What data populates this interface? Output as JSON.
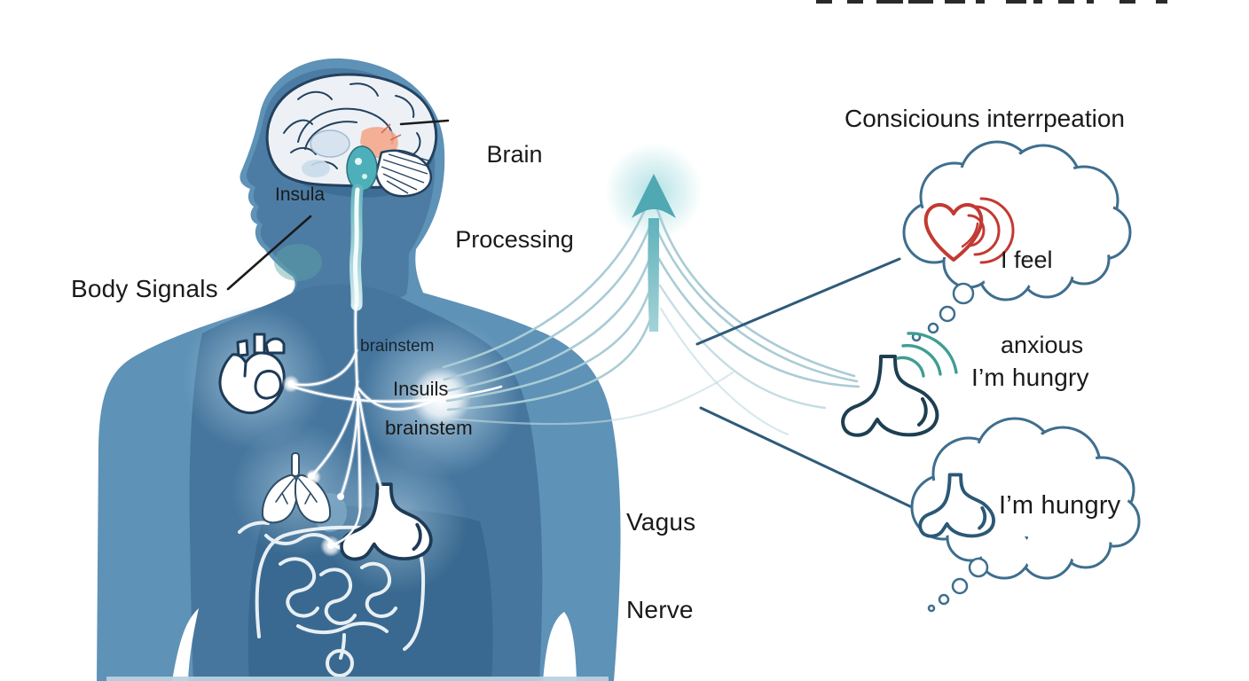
{
  "labels": {
    "brain_processing": {
      "line1": "Brain",
      "line2": "Processing"
    },
    "conscious_interpretation": "Consiciouns interrpeation",
    "insula": "Insula",
    "body_signals": "Body Signals",
    "brainstem_upper": "brainstem",
    "insuils": "Insuils",
    "brainstem_lower": "brainstem",
    "vagus_nerve": {
      "line1": "Vagus",
      "line2": "Nerve"
    }
  },
  "thoughts": {
    "anxious": {
      "line1": "I feel",
      "line2": "anxious",
      "icon": "heart-with-signal-waves-icon"
    },
    "hungry_mid": {
      "text": "I’m hungry",
      "icon": "stomach-with-signal-waves-icon"
    },
    "hungry_bottom": {
      "text": "I’m hungry",
      "icon": "stomach-icon"
    }
  },
  "colors": {
    "background": "#ffffff",
    "body_outer": "#5e92b7",
    "body_inner": "#46769e",
    "body_dark": "#39688f",
    "teal_arrow": "#55aeb8",
    "fan_line": "#a9ccd5",
    "bubble_outline": "#3e6e8e",
    "heart_red": "#c23a32",
    "signal_teal": "#3e9e93",
    "label_text": "#1a1a1a"
  }
}
